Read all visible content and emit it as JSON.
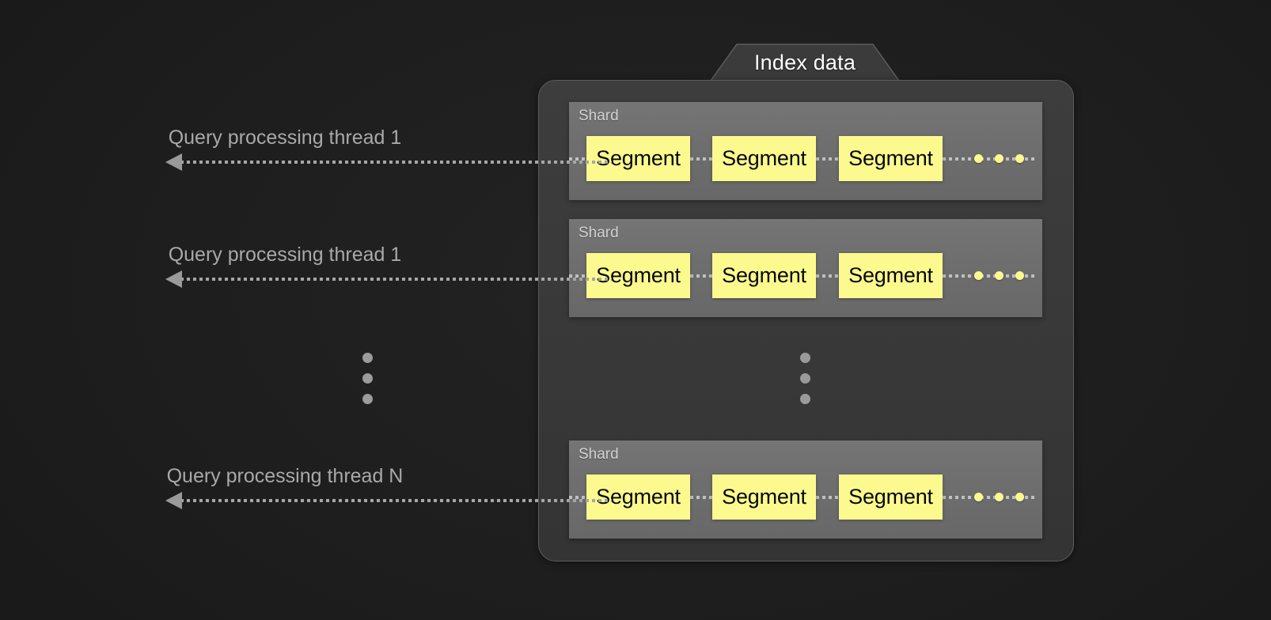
{
  "diagram": {
    "title": "Index data",
    "background_color": "#1c1c1c",
    "panel_color": "#3a3a3a",
    "shard_color": "#6e6e6e",
    "segment_color": "#fcfa8e",
    "accent_text_color": "#a9a9a9"
  },
  "threads": [
    {
      "label": "Query processing thread 1"
    },
    {
      "label": "Query processing thread 1"
    },
    {
      "label": "Query processing thread N"
    }
  ],
  "shards": [
    {
      "label": "Shard",
      "segments": [
        {
          "label": "Segment"
        },
        {
          "label": "Segment"
        },
        {
          "label": "Segment"
        }
      ],
      "more_indicator": "..."
    },
    {
      "label": "Shard",
      "segments": [
        {
          "label": "Segment"
        },
        {
          "label": "Segment"
        },
        {
          "label": "Segment"
        }
      ],
      "more_indicator": "..."
    },
    {
      "label": "Shard",
      "segments": [
        {
          "label": "Segment"
        },
        {
          "label": "Segment"
        },
        {
          "label": "Segment"
        }
      ],
      "more_indicator": "..."
    }
  ],
  "ellipsis": {
    "threads_more": "...",
    "shards_more": "..."
  }
}
